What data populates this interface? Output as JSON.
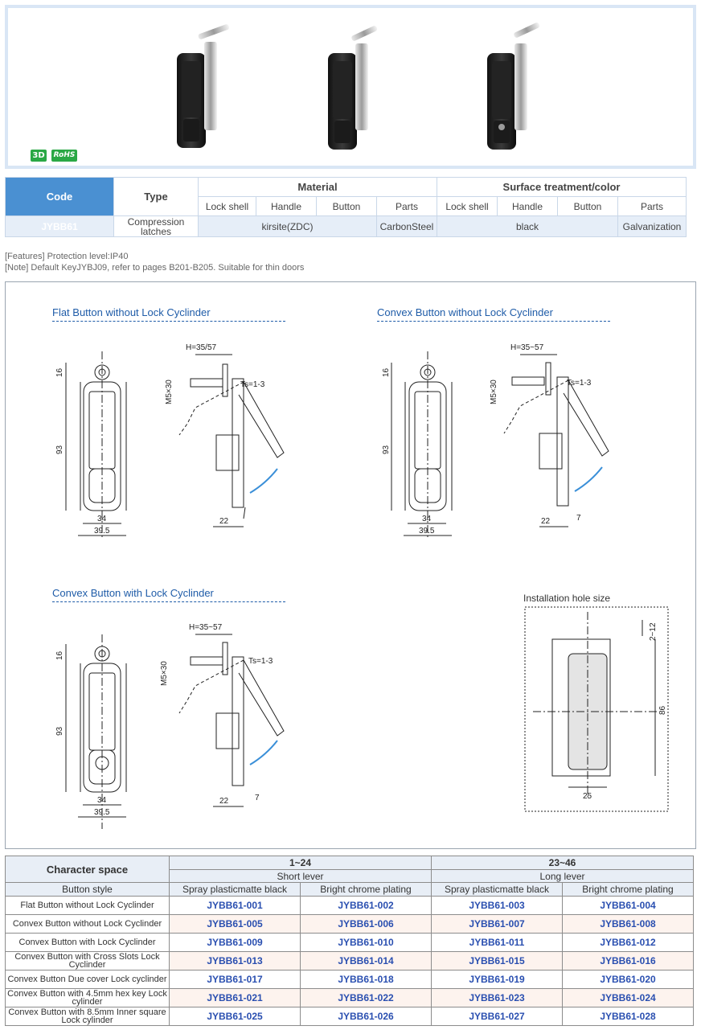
{
  "badges": {
    "threed": "3D",
    "rohs": "RoHS"
  },
  "spec_table": {
    "code_header": "Code",
    "type_header": "Type",
    "material_header": "Material",
    "surface_header": "Surface treatment/color",
    "material_cols": [
      "Lock shell",
      "Handle",
      "Button",
      "Parts"
    ],
    "surface_cols": [
      "Lock shell",
      "Handle",
      "Button",
      "Parts"
    ],
    "row": {
      "code": "JYBB61",
      "type": "Compression latches",
      "material": "kirsite(ZDC)",
      "material_parts": "CarbonSteel",
      "surface": "black",
      "surface_parts": "Galvanization"
    }
  },
  "notes": {
    "features": "[Features] Protection level:IP40",
    "note": "[Note] Default KeyJYBJ09, refer to pages B201-B205. Suitable for thin doors"
  },
  "drawings": {
    "flat_title": "Flat Button without Lock Cyclinder",
    "convex_title": "Convex Button without Lock Cyclinder",
    "lock_title": "Convex Button with Lock Cyclinder",
    "hole_title": "Installation hole size",
    "dims": {
      "h_flat": "H=35/57",
      "h_convex": "H=35~57",
      "ts": "Ts=1-3",
      "m5": "M5×30",
      "d16": "16",
      "d93": "93",
      "d34": "34",
      "d395": "39.5",
      "d22": "22",
      "d7": "7",
      "d212": "2~12",
      "d86": "86",
      "d25": "25"
    }
  },
  "parts_table": {
    "char_space": "Character space",
    "button_style": "Button style",
    "range1": "1~24",
    "range2": "23~46",
    "lever1": "Short lever",
    "lever2": "Long lever",
    "finishes": [
      "Spray plasticmatte black",
      "Bright chrome plating",
      "Spray plasticmatte black",
      "Bright chrome plating"
    ],
    "rows": [
      {
        "style": "Flat Button without Lock Cyclinder",
        "codes": [
          "JYBB61-001",
          "JYBB61-002",
          "JYBB61-003",
          "JYBB61-004"
        ]
      },
      {
        "style": "Convex Button without Lock Cyclinder",
        "codes": [
          "JYBB61-005",
          "JYBB61-006",
          "JYBB61-007",
          "JYBB61-008"
        ]
      },
      {
        "style": "Convex Button with Lock Cyclinder",
        "codes": [
          "JYBB61-009",
          "JYBB61-010",
          "JYBB61-011",
          "JYBB61-012"
        ]
      },
      {
        "style": "Convex Button with Cross Slots Lock Cyclinder",
        "codes": [
          "JYBB61-013",
          "JYBB61-014",
          "JYBB61-015",
          "JYBB61-016"
        ]
      },
      {
        "style": "Convex Button Due cover Lock cyclinder",
        "codes": [
          "JYBB61-017",
          "JYBB61-018",
          "JYBB61-019",
          "JYBB61-020"
        ]
      },
      {
        "style": "Convex Button with 4.5mm hex key Lock cylinder",
        "codes": [
          "JYBB61-021",
          "JYBB61-022",
          "JYBB61-023",
          "JYBB61-024"
        ]
      },
      {
        "style": "Convex Button with 8.5mm Inner square Lock cylinder",
        "codes": [
          "JYBB61-025",
          "JYBB61-026",
          "JYBB61-027",
          "JYBB61-028"
        ]
      }
    ]
  }
}
